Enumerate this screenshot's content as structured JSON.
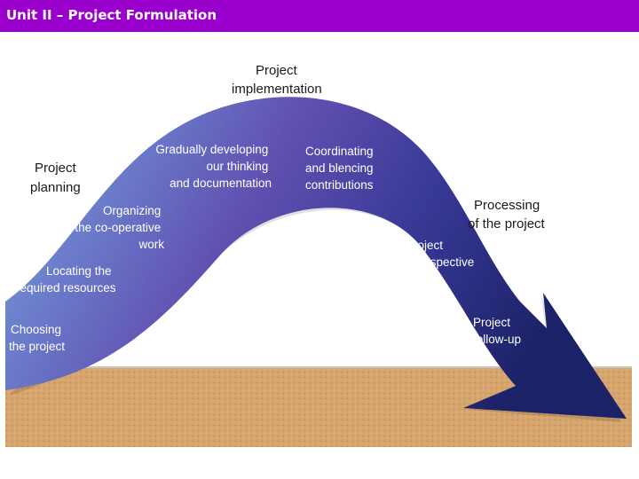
{
  "header": {
    "title": "Unit II – Project Formulation",
    "background": "#9a00cc"
  },
  "diagram": {
    "colors": {
      "arrow_start": "#6fa0d8",
      "arrow_mid": "#5c4fb0",
      "arrow_end": "#1e2470",
      "ground": "#d4a06a"
    },
    "outer_labels": {
      "project_planning": [
        "Project",
        "planning"
      ],
      "project_implementation": [
        "Project",
        "implementation"
      ],
      "processing": [
        "Processing",
        "of the project"
      ]
    },
    "stage_labels": {
      "choosing": [
        "Choosing",
        "the project"
      ],
      "locating": [
        "Locating the",
        "required resources"
      ],
      "organizing": [
        "Organizing",
        "the co-operative",
        "work"
      ],
      "gradually": [
        "Gradually developing",
        "our thinking",
        "and documentation"
      ],
      "coordinating": [
        "Coordinating",
        "and blencing",
        "contributions"
      ],
      "retrospective": [
        "Project",
        "retrospective"
      ],
      "follow_up": [
        "Project",
        "follow-up"
      ]
    }
  }
}
